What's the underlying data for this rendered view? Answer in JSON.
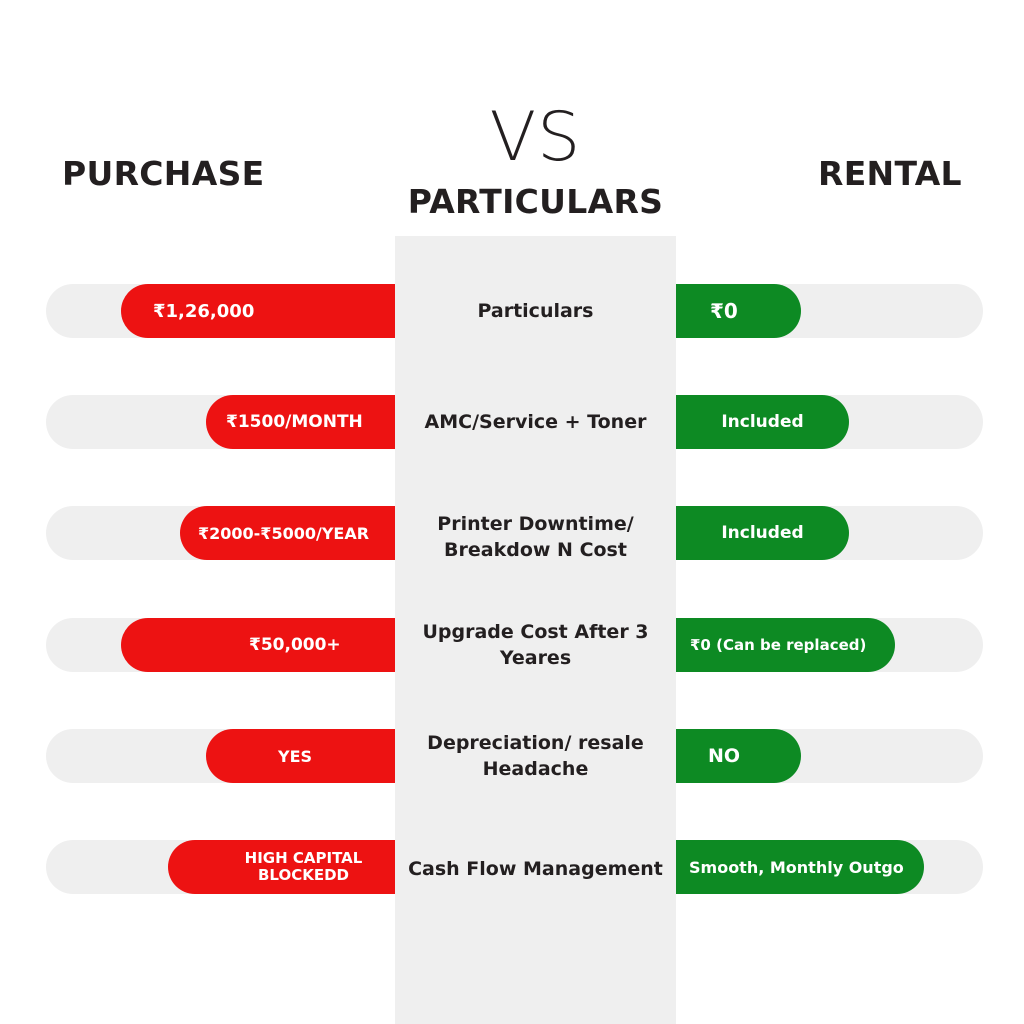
{
  "header": {
    "vs": "VS",
    "purchase": "PURCHASE",
    "particulars": "PARTICULARS",
    "rental": "RENTAL"
  },
  "rows": [
    {
      "purchase": "₹1,26,000",
      "particular": "Particulars",
      "rental": "₹0"
    },
    {
      "purchase": "₹1500/MONTH",
      "particular": "AMC/Service + Toner",
      "rental": "Included"
    },
    {
      "purchase": "₹2000-₹5000/YEAR",
      "particular": "Printer Downtime/ Breakdow N Cost",
      "rental": "Included"
    },
    {
      "purchase": "₹50,000+",
      "particular": "Upgrade Cost After 3 Yeares",
      "rental": "₹0 (Can be replaced)"
    },
    {
      "purchase": "YES",
      "particular": "Depreciation/ resale Headache",
      "rental": "NO"
    },
    {
      "purchase": "HIGH CAPITAL BLOCKEDD",
      "particular": "Cash Flow Management",
      "rental": "Smooth, Monthly Outgo"
    }
  ],
  "colors": {
    "purchase": "#ed1212",
    "rental": "#0d8a23",
    "track": "#efefef",
    "text": "#231f20"
  }
}
